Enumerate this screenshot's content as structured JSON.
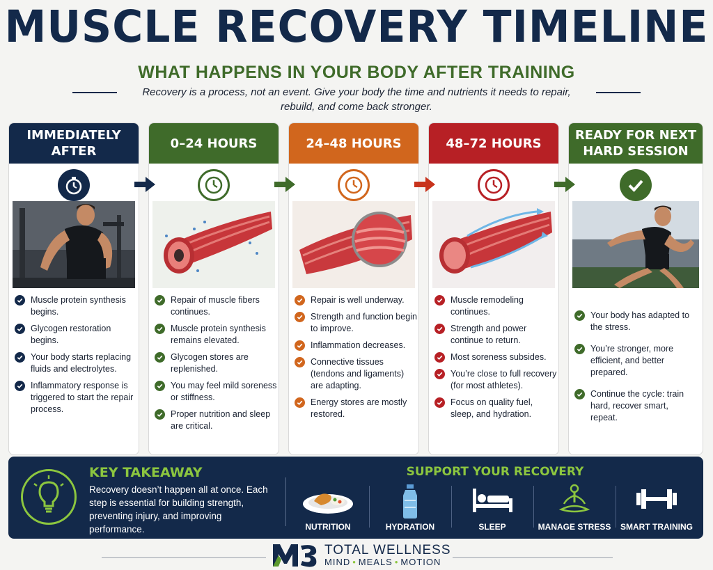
{
  "title": "MUSCLE RECOVERY TIMELINE",
  "subtitle": "WHAT HAPPENS IN YOUR BODY AFTER TRAINING",
  "intro": "Recovery is a process, not an event. Give your body the time and nutrients it needs to repair, rebuild, and come back stronger.",
  "colors": {
    "navy": "#13294a",
    "green": "#3f6b2a",
    "orange": "#d1661d",
    "red": "#b72025",
    "lime": "#8cc63f"
  },
  "stages": [
    {
      "heading": "IMMEDIATELY AFTER",
      "color": "#13294a",
      "icon": "stopwatch-icon",
      "image": "athlete-resting-gym",
      "items": [
        "Muscle protein synthesis begins.",
        "Glycogen restoration begins.",
        "Your body starts replacing fluids and electrolytes.",
        "Inflammatory response is triggered to start the repair process."
      ]
    },
    {
      "heading": "0–24 HOURS",
      "color": "#3f6b2a",
      "icon": "clock-icon",
      "image": "muscle-fiber-damaged",
      "items": [
        "Repair of muscle fibers continues.",
        "Muscle protein synthesis remains elevated.",
        "Glycogen stores are replenished.",
        "You may feel mild soreness or stiffness.",
        "Proper nutrition and sleep are critical."
      ]
    },
    {
      "heading": "24–48 HOURS",
      "color": "#d1661d",
      "icon": "clock-icon",
      "image": "muscle-fiber-repairing",
      "items": [
        "Repair is well underway.",
        "Strength and function begin to improve.",
        "Inflammation decreases.",
        "Connective tissues (tendons and ligaments) are adapting.",
        "Energy stores are mostly restored."
      ]
    },
    {
      "heading": "48–72 HOURS",
      "color": "#b72025",
      "icon": "clock-icon",
      "image": "muscle-fiber-remodeling",
      "items": [
        "Muscle remodeling continues.",
        "Strength and power continue to return.",
        "Most soreness subsides.",
        "You’re close to full recovery (for most athletes).",
        "Focus on quality fuel, sleep, and hydration."
      ]
    },
    {
      "heading": "READY FOR NEXT HARD SESSION",
      "color": "#3f6b2a",
      "icon": "checkmark-icon",
      "image": "athlete-sprinting",
      "items": [
        "Your body has adapted to the stress.",
        "You’re stronger, more efficient, and better prepared.",
        "Continue the cycle: train hard, recover smart, repeat."
      ]
    }
  ],
  "key_takeaway": {
    "title": "KEY TAKEAWAY",
    "text": "Recovery doesn’t happen all at once. Each step is essential for building strength, preventing injury, and improving performance.",
    "icon": "lightbulb-icon"
  },
  "support": {
    "title": "SUPPORT YOUR RECOVERY",
    "items": [
      {
        "label": "NUTRITION",
        "icon": "food-plate-icon"
      },
      {
        "label": "HYDRATION",
        "icon": "water-bottle-icon"
      },
      {
        "label": "SLEEP",
        "icon": "bed-icon"
      },
      {
        "label": "MANAGE STRESS",
        "icon": "meditation-icon"
      },
      {
        "label": "SMART TRAINING",
        "icon": "dumbbell-icon"
      }
    ]
  },
  "footer": {
    "logo_text": "M3",
    "brand": "TOTAL WELLNESS",
    "tagline": [
      "MIND",
      "MEALS",
      "MOTION"
    ]
  }
}
